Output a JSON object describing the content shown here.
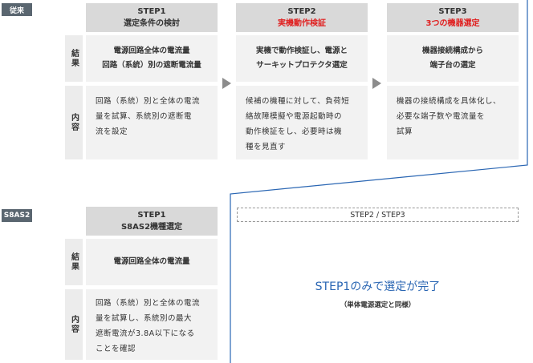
{
  "legacy": {
    "tag": "従来",
    "row_labels": {
      "result": "結果",
      "content": "内容"
    },
    "steps": [
      {
        "name": "STEP1",
        "title": "選定条件の検討",
        "title_highlight": false,
        "result": [
          "電源回路全体の電流量",
          "回路（系統）別の遮断電流量"
        ],
        "content": [
          "回路（系統）別と全体の電流",
          "量を試算、系統別の遮断電",
          "流を設定"
        ]
      },
      {
        "name": "STEP2",
        "title": "実機動作検証",
        "title_highlight": true,
        "result": [
          "実機で動作検証し、電源と",
          "サーキットプロテクタ選定"
        ],
        "content": [
          "候補の機種に対して、負荷短",
          "絡故障模擬や電源起動時の",
          "動作検証をし、必要時は機",
          "種を見直す"
        ]
      },
      {
        "name": "STEP3",
        "title": "3つの機器選定",
        "title_highlight": true,
        "result": [
          "機器接続構成から",
          "端子台の選定"
        ],
        "content": [
          "機器の接続構成を具体化し、",
          "必要な端子数や電流量を",
          "試算"
        ]
      }
    ]
  },
  "s8as2": {
    "tag": "S8AS2",
    "row_labels": {
      "result": "結果",
      "content": "内容"
    },
    "step": {
      "name": "STEP1",
      "title": "S8AS2機種選定",
      "result": [
        "電源回路全体の電流量"
      ],
      "content": [
        "回路（系統）別と全体の電流",
        "量を試算し、系統別の最大",
        "遮断電流が3.8A以下になる",
        "ことを確認"
      ]
    },
    "skipped_label": "STEP2 / STEP3",
    "message": "STEP1のみで選定が完了",
    "message_sub": "（単体電源選定と同様）"
  },
  "colors": {
    "accent_blue": "#2a66b3",
    "highlight_red": "#e02020",
    "tag_bg": "#5a6670"
  }
}
